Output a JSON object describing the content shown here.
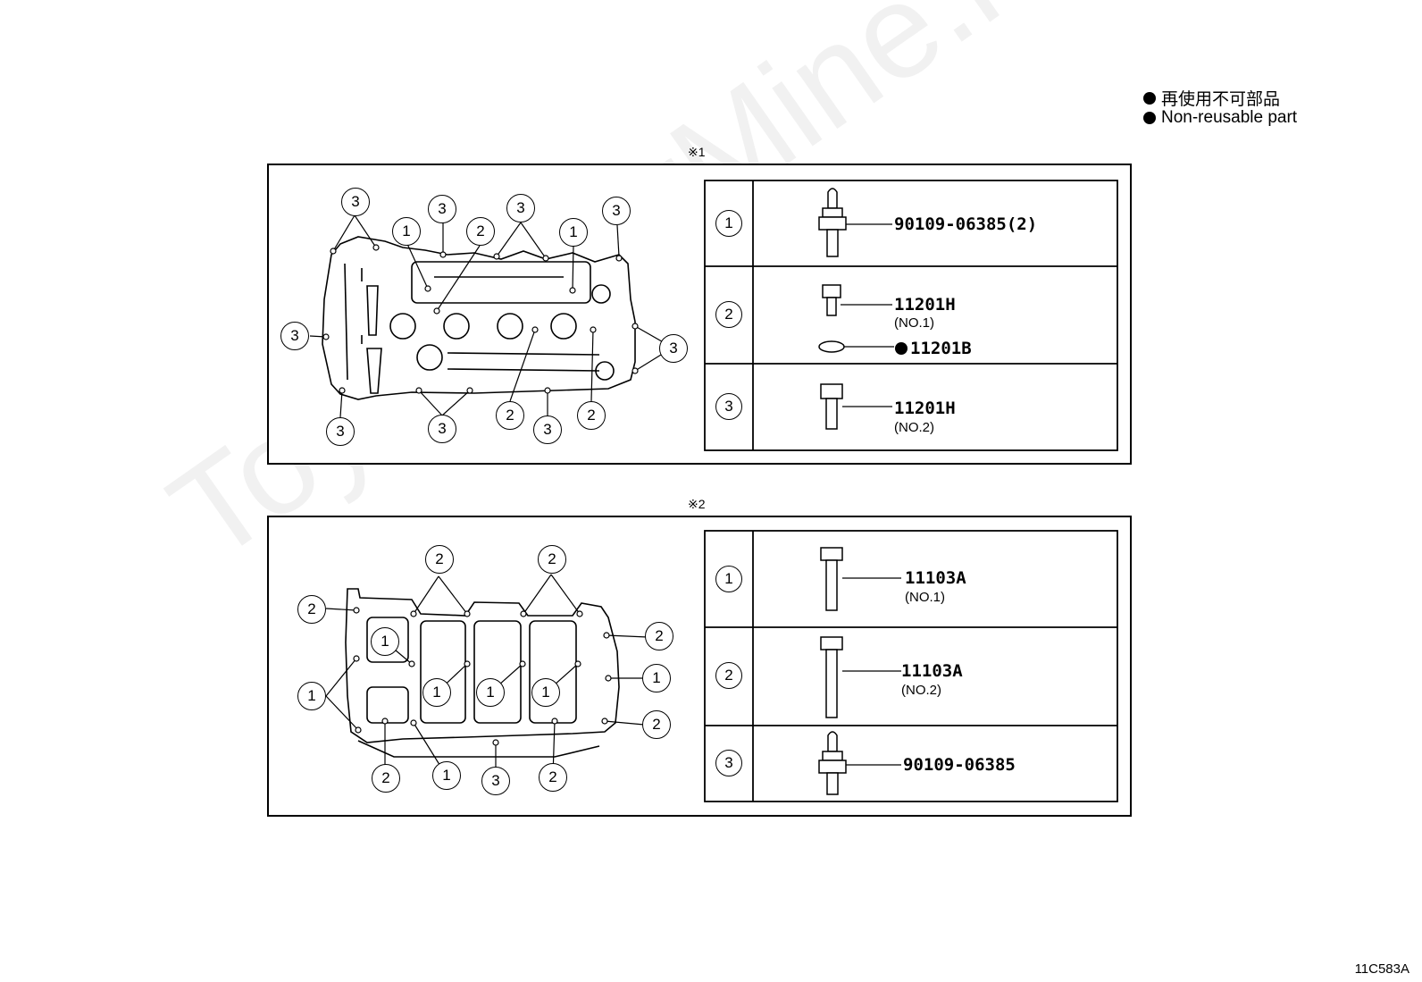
{
  "legend": {
    "items": [
      {
        "label": "再使用不可部品"
      },
      {
        "label": "Non-reusable part"
      }
    ]
  },
  "watermark": "ToyotaCarMine.ru",
  "diagram1": {
    "marker": "※1",
    "callouts": [
      {
        "label": "3"
      },
      {
        "label": "3"
      },
      {
        "label": "1"
      },
      {
        "label": "2"
      },
      {
        "label": "3"
      },
      {
        "label": "1"
      },
      {
        "label": "3"
      },
      {
        "label": "3"
      },
      {
        "label": "3"
      },
      {
        "label": "3"
      },
      {
        "label": "3"
      },
      {
        "label": "2"
      },
      {
        "label": "3"
      },
      {
        "label": "2"
      }
    ],
    "table": [
      {
        "num": "1",
        "part": "90109-06385(2)",
        "sub": ""
      },
      {
        "num": "2",
        "part": "11201H",
        "sub": "(NO.1)",
        "extra_part": "11201B"
      },
      {
        "num": "3",
        "part": "11201H",
        "sub": "(NO.2)"
      }
    ]
  },
  "diagram2": {
    "marker": "※2",
    "callouts": [
      {
        "label": "2"
      },
      {
        "label": "2"
      },
      {
        "label": "2"
      },
      {
        "label": "2"
      },
      {
        "label": "1"
      },
      {
        "label": "1"
      },
      {
        "label": "1"
      },
      {
        "label": "1"
      },
      {
        "label": "1"
      },
      {
        "label": "1"
      },
      {
        "label": "2"
      },
      {
        "label": "2"
      },
      {
        "label": "1"
      },
      {
        "label": "3"
      },
      {
        "label": "2"
      }
    ],
    "table": [
      {
        "num": "1",
        "part": "11103A",
        "sub": "(NO.1)"
      },
      {
        "num": "2",
        "part": "11103A",
        "sub": "(NO.2)"
      },
      {
        "num": "3",
        "part": "90109-06385",
        "sub": ""
      }
    ]
  },
  "image_code": "11C583A"
}
